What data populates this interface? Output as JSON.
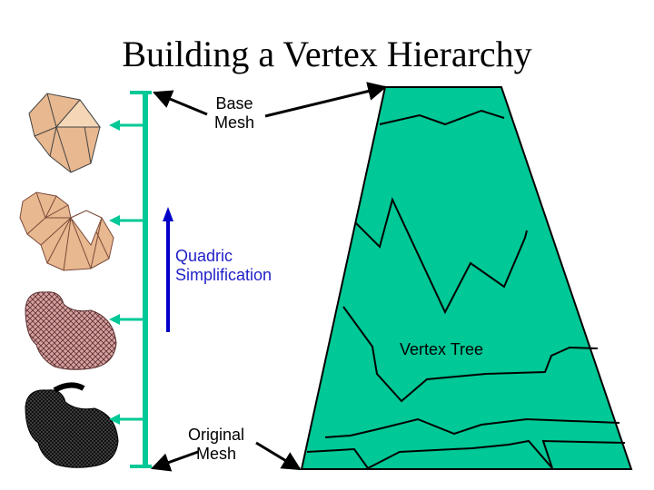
{
  "title": "Building a Vertex Hierarchy",
  "labels": {
    "base_mesh_line1": "Base",
    "base_mesh_line2": "Mesh",
    "quadric_line1": "Quadric",
    "quadric_line2": "Simplification",
    "vertex_tree": "Vertex Tree",
    "original_mesh_line1": "Original",
    "original_mesh_line2": "Mesh"
  },
  "colors": {
    "tree_fill": "#00c896",
    "bar_green": "#00c896",
    "arrow_blue": "#0000c8",
    "mesh_coarse": "#e8b890",
    "mesh_fine": "#d8a0a0",
    "mesh_original": "#000000"
  },
  "meshes": [
    {
      "name": "coarse-base-mesh-image",
      "icon": "coarse-polyhedron"
    },
    {
      "name": "low-poly-bunny-image",
      "icon": "bunny-low-poly"
    },
    {
      "name": "medium-poly-bunny-image",
      "icon": "bunny-medium-poly"
    },
    {
      "name": "original-bunny-image",
      "icon": "bunny-full-detail"
    }
  ]
}
